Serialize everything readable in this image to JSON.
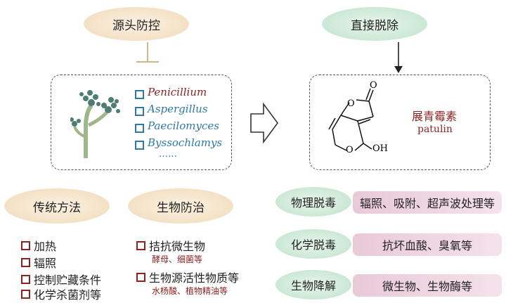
{
  "top_left": {
    "label": "源头防控"
  },
  "top_right": {
    "label": "直接脱除"
  },
  "genera": [
    "Penicillium",
    "Aspergillus",
    "Paecilomyces",
    "Byssochlamys"
  ],
  "genera_more": "……",
  "toxin": {
    "name_cn": "展青霉素",
    "name_en": "patulin",
    "atom_o": "O",
    "atom_oh": "OH"
  },
  "methods": {
    "traditional": {
      "label": "传统方法",
      "items": [
        "加热",
        "辐照",
        "控制贮藏条件",
        "化学杀菌剂等"
      ]
    },
    "biological": {
      "label": "生物防治",
      "items": [
        {
          "text": "拮抗微生物",
          "sub": "酵母、细菌等"
        },
        {
          "text": "生物源活性物质等",
          "sub": "水杨酸、植物精油等"
        }
      ]
    }
  },
  "removal": [
    {
      "label": "物理脱毒",
      "detail": "辐照、吸附、超声波处理等"
    },
    {
      "label": "化学脱毒",
      "detail": "抗坏血酸、臭氧等"
    },
    {
      "label": "生物降解",
      "detail": "微生物、生物酶等"
    }
  ],
  "colors": {
    "red": "#8b2323",
    "blue": "#2e79a8",
    "peach": "#f5dfc0",
    "green": "#cfe9d8"
  }
}
